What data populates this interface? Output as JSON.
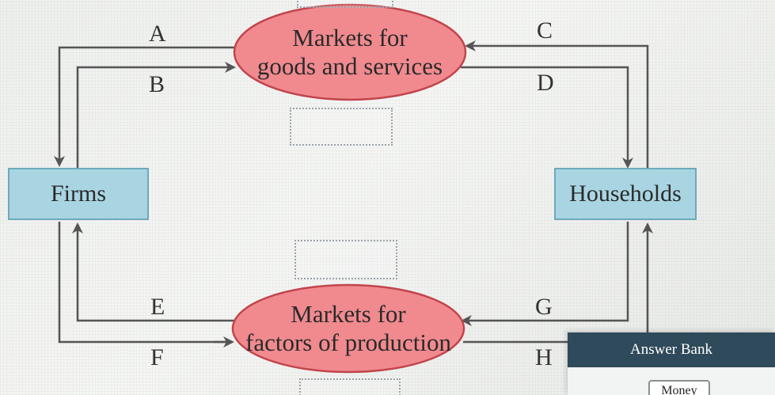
{
  "diagram": {
    "nodes": {
      "firms": "Firms",
      "households": "Households"
    },
    "markets": {
      "goods": [
        "Markets for",
        "goods and services"
      ],
      "factors": [
        "Markets for",
        "factors of production"
      ]
    },
    "flow_labels": {
      "A": "A",
      "B": "B",
      "C": "C",
      "D": "D",
      "E": "E",
      "F": "F",
      "G": "G",
      "H": "H"
    }
  },
  "answer_bank": {
    "title": "Answer Bank",
    "items": [
      "Money"
    ]
  },
  "colors": {
    "node_fill": "#a9d5e3",
    "node_border": "#6fa9bc",
    "market_fill": "#f08a8f",
    "market_border": "#c2454d",
    "arrow": "#555555",
    "answer_bank_header": "#2f4a5a"
  }
}
